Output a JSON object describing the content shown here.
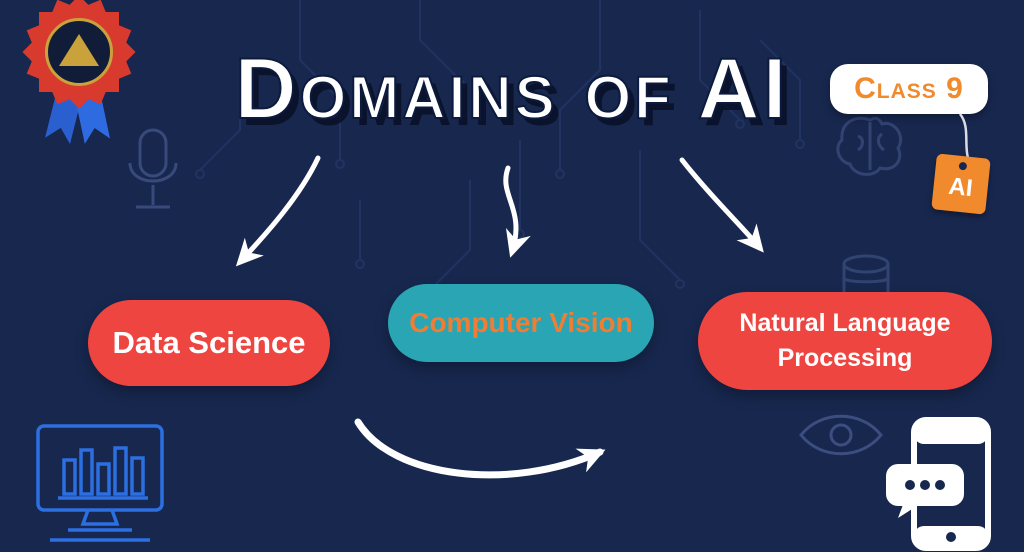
{
  "page": {
    "title": "Domains of AI"
  },
  "header": {
    "class_badge": "Class 9",
    "ai_tag": "AI"
  },
  "domains": [
    {
      "label": "Data Science"
    },
    {
      "label": "Computer Vision"
    },
    {
      "label": "Natural Language Processing"
    }
  ],
  "colors": {
    "background": "#17274e",
    "pill_red": "#ee4540",
    "pill_teal": "#2aa5b4",
    "pill_teal_text": "#ef7d33",
    "pill_text_white": "#ffffff",
    "class_badge_bg": "#ffffff",
    "class_badge_text": "#f08a2d",
    "tag_orange": "#f08a2d",
    "icon_blue": "#2b6fe0",
    "arrow_white": "#ffffff",
    "award_red": "#d93a2e",
    "ribbon_blue": "#2f6be0"
  },
  "icons": {
    "award": "award-ribbon-icon",
    "tag": "ai-tag-icon",
    "monitor": "monitor-bar-chart-icon",
    "phone": "phone-chat-icon",
    "microphone": "microphone-icon",
    "brain": "brain-icon",
    "eye": "eye-icon",
    "database": "database-icon"
  }
}
